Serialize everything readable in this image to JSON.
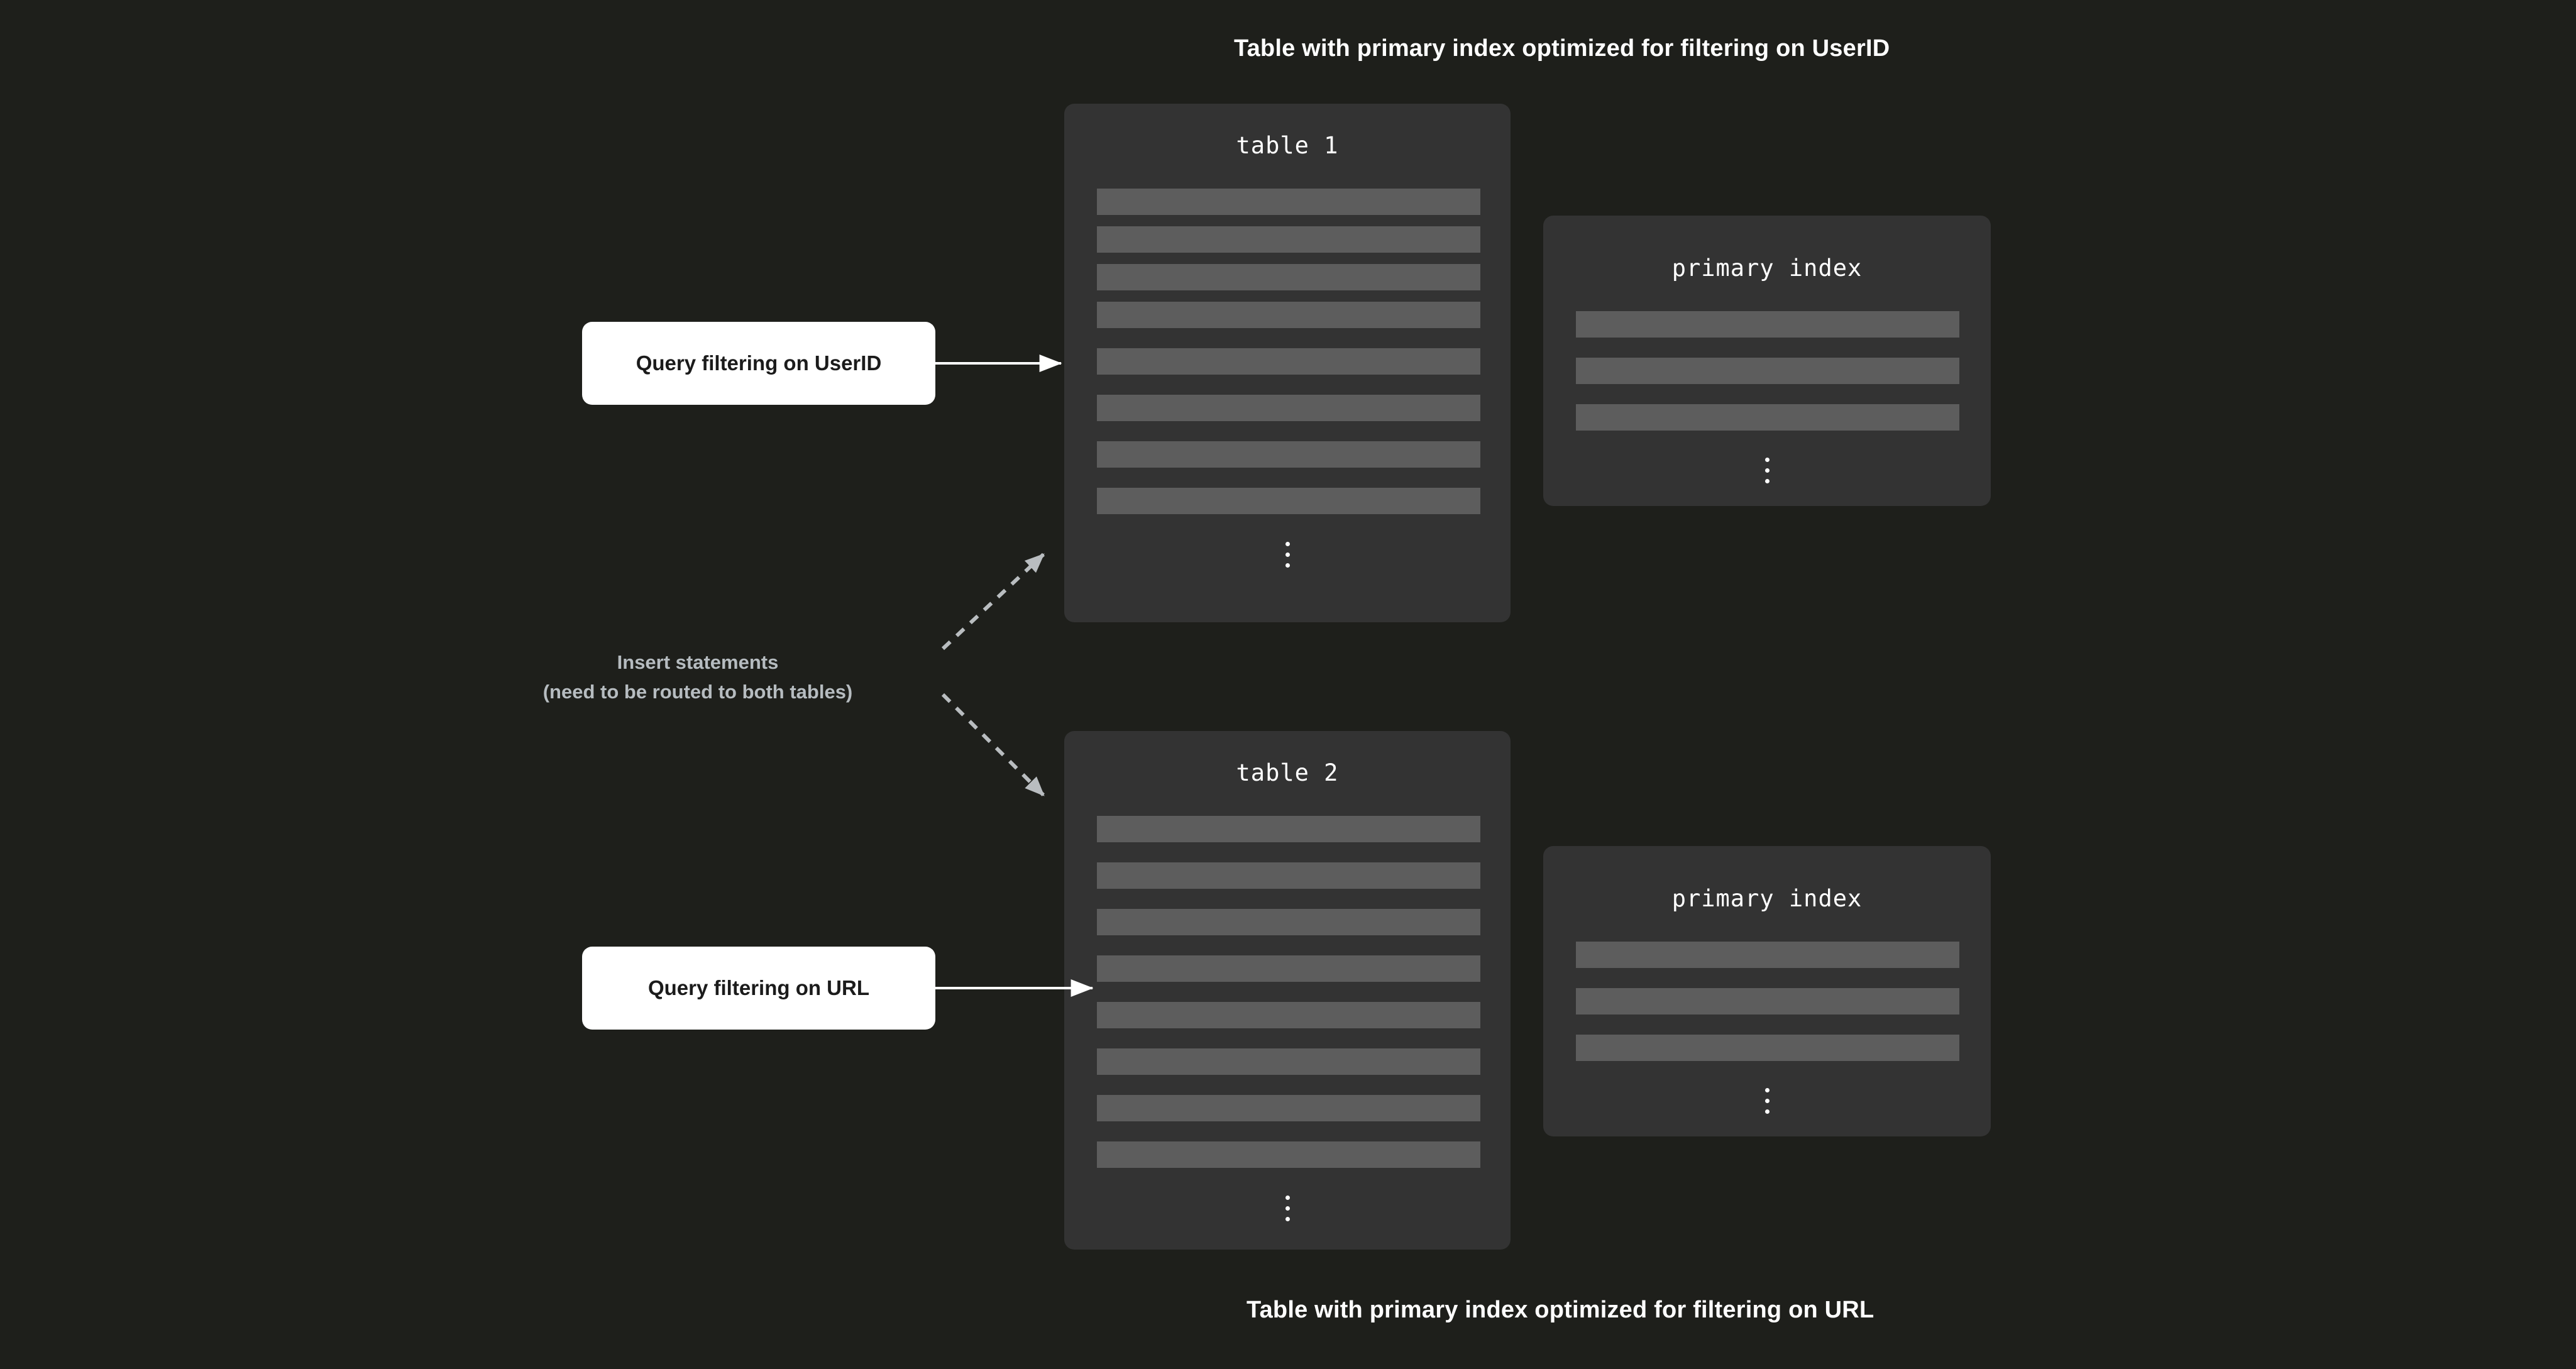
{
  "page": {
    "background_color": "#1e1f1b",
    "card_color": "#333333",
    "row_color": "#5d5d5d",
    "accent_white": "#ffffff",
    "muted_text_color": "#b6bcc0",
    "arrow_dashed_color": "#b9bdc0"
  },
  "captions": {
    "top": "Table with primary index optimized for filtering on UserID",
    "bottom": "Table with primary index optimized for filtering on URL"
  },
  "tables": [
    {
      "id": "table-1",
      "title": "table 1",
      "row_count": 8,
      "ellipsis": "vertical-ellipsis",
      "index": {
        "id": "primary-index-1",
        "title": "primary index",
        "row_count": 3,
        "ellipsis": "vertical-ellipsis"
      }
    },
    {
      "id": "table-2",
      "title": "table 2",
      "row_count": 8,
      "ellipsis": "vertical-ellipsis",
      "index": {
        "id": "primary-index-2",
        "title": "primary index",
        "row_count": 3,
        "ellipsis": "vertical-ellipsis"
      }
    }
  ],
  "queries": [
    {
      "id": "query-userid",
      "label": "Query filtering on UserID",
      "target": "table 1"
    },
    {
      "id": "query-url",
      "label": "Query filtering on URL",
      "target": "table 2"
    }
  ],
  "insert_note": {
    "line1": "Insert statements",
    "line2": "(need to be routed to both tables)"
  },
  "arrows": [
    {
      "id": "arrow-query-userid",
      "style": "solid",
      "color": "#ffffff",
      "from": "query-userid",
      "to": "table-1"
    },
    {
      "id": "arrow-query-url",
      "style": "solid",
      "color": "#ffffff",
      "from": "query-url",
      "to": "table-2"
    },
    {
      "id": "arrow-insert-to-table-1",
      "style": "dashed",
      "color": "#b9bdc0",
      "from": "insert-note",
      "to": "table-1"
    },
    {
      "id": "arrow-insert-to-table-2",
      "style": "dashed",
      "color": "#b9bdc0",
      "from": "insert-note",
      "to": "table-2"
    }
  ]
}
